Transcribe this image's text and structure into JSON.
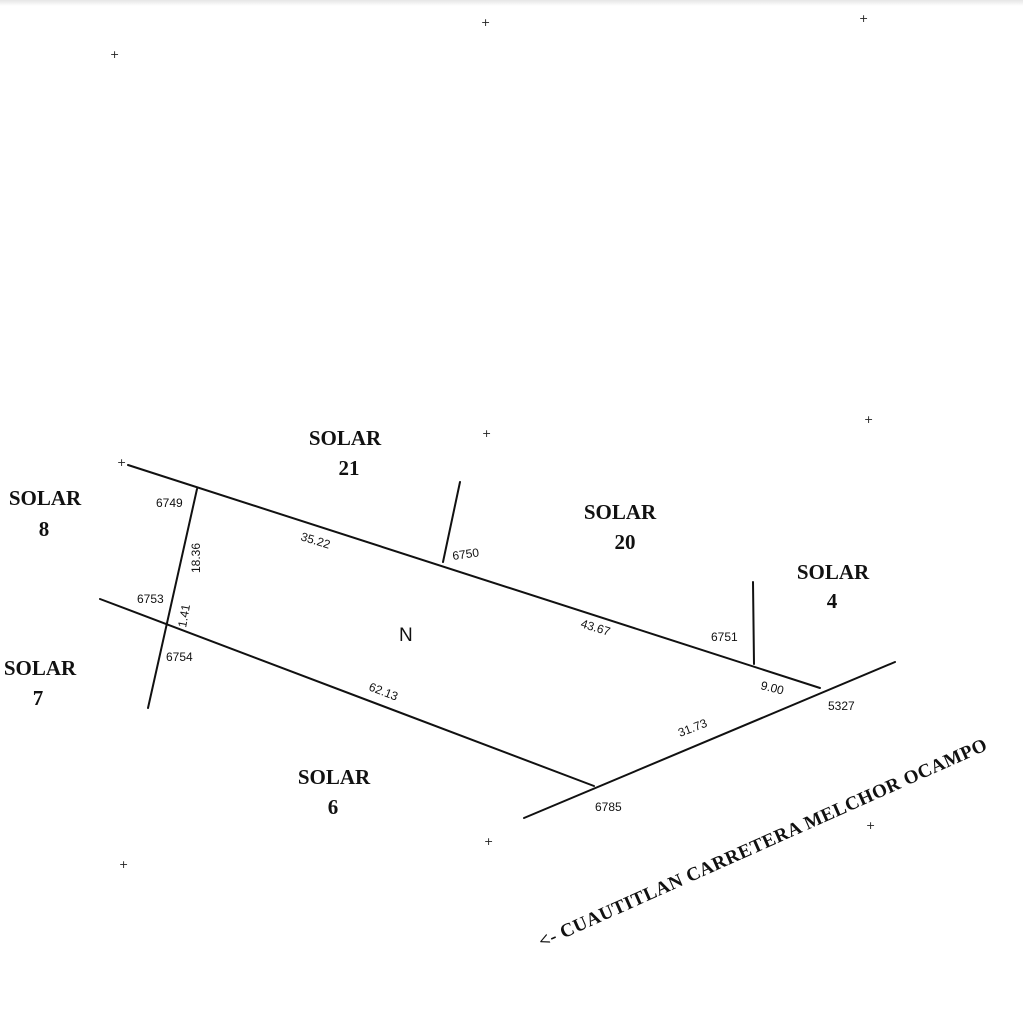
{
  "solars": [
    {
      "key": "s21",
      "line1": "SOLAR",
      "line2": "21"
    },
    {
      "key": "s8",
      "line1": "SOLAR",
      "line2": "8"
    },
    {
      "key": "s20",
      "line1": "SOLAR",
      "line2": "20"
    },
    {
      "key": "s4",
      "line1": "SOLAR",
      "line2": "4"
    },
    {
      "key": "s7",
      "line1": "SOLAR",
      "line2": "7"
    },
    {
      "key": "s6",
      "line1": "SOLAR",
      "line2": "6"
    }
  ],
  "points": {
    "p6749": "6749",
    "p6750": "6750",
    "p6751": "6751",
    "p6753": "6753",
    "p6754": "6754",
    "p5327": "5327",
    "p6785": "6785"
  },
  "dimensions": {
    "d3522": "35.22",
    "d4367": "43.67",
    "d6213": "62.13",
    "d1836": "18.36",
    "d141": "1.41",
    "d900": "9.00",
    "d3173": "31.73"
  },
  "north": "N",
  "road": "<- CUAUTITLAN CARRETERA MELCHOR OCAMPO"
}
